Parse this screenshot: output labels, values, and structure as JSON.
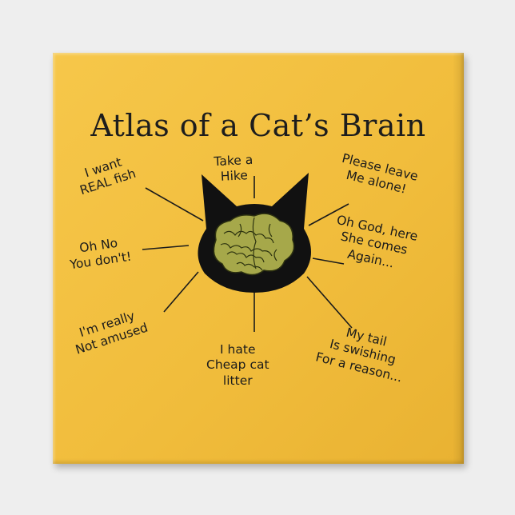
{
  "title": "Atlas of a Cat’s Brain",
  "labels": {
    "take_a_hike": [
      "Take a",
      "Hike"
    ],
    "real_fish": [
      "I want",
      "REAL fish"
    ],
    "leave_alone": [
      "Please leave",
      "Me alone!"
    ],
    "oh_no": [
      "Oh No",
      "You don't!"
    ],
    "oh_god": [
      "Oh God, here",
      "She comes",
      "Again..."
    ],
    "not_amused": [
      "I'm really",
      "Not amused"
    ],
    "cat_litter": [
      "I hate",
      "Cheap cat",
      "litter"
    ],
    "tail_swishing": [
      "My tail",
      "Is swishing",
      "For a reason..."
    ]
  },
  "colors": {
    "background": "#f2be3e",
    "ink": "#1b1b1b",
    "cat_head": "#111111",
    "brain": "#a8a84a"
  }
}
